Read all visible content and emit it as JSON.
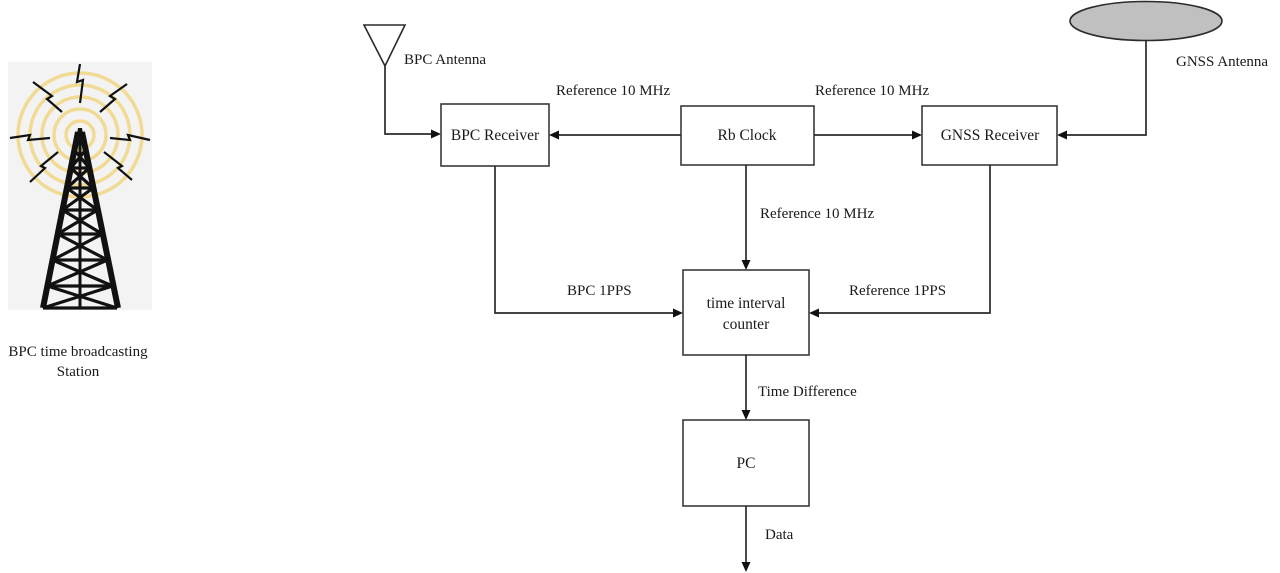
{
  "diagram": {
    "title": "BPC time signal comparison measurement system",
    "station": {
      "label_line1": "BPC time broadcasting",
      "label_line2": "Station",
      "icon": "radio-tower-icon",
      "ring_color": "#f1d98a",
      "tower_color": "#111111"
    },
    "antennas": {
      "bpc": {
        "label": "BPC Antenna",
        "icon": "dipole-antenna-icon"
      },
      "gnss": {
        "label": "GNSS Antenna",
        "icon": "gnss-antenna-icon",
        "fill": "#c0c0c0"
      }
    },
    "nodes": {
      "bpc_receiver": "BPC Receiver",
      "rb_clock": "Rb Clock",
      "gnss_receiver": "GNSS Receiver",
      "tic_line1": "time interval",
      "tic_line2": "counter",
      "pc": "PC"
    },
    "edges": {
      "rb_to_bpc": "Reference 10 MHz",
      "rb_to_gnss": "Reference 10 MHz",
      "rb_to_tic": "Reference 10 MHz",
      "bpc_to_tic": "BPC 1PPS",
      "gnss_to_tic": "Reference 1PPS",
      "tic_to_pc": "Time Difference",
      "pc_out": "Data"
    }
  }
}
